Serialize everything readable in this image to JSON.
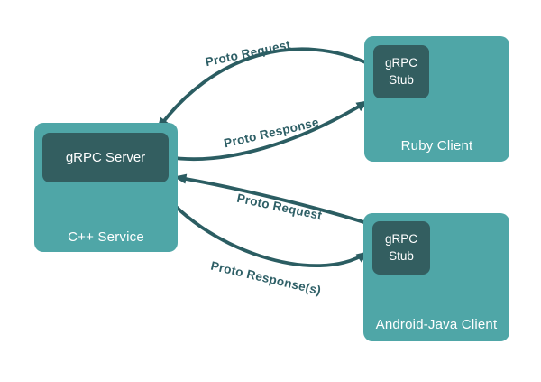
{
  "colors": {
    "box_light": "#4FA6A7",
    "box_dark": "#335E60",
    "arrow": "#2B5D62",
    "label_text": "#2E5F66",
    "node_label_text": "#FFFFFF",
    "background": "#FFFFFF"
  },
  "nodes": {
    "cpp_service": {
      "label": "C++ Service",
      "inner_label": "gRPC Server"
    },
    "ruby_client": {
      "label": "Ruby Client",
      "stub_label": "gRPC Stub"
    },
    "android_java_client": {
      "label": "Android-Java Client",
      "stub_label": "gRPC Stub"
    }
  },
  "arrows": [
    {
      "label": "Proto Request",
      "from": "Ruby Client gRPC Stub",
      "to": "gRPC Server"
    },
    {
      "label": "Proto Response",
      "from": "gRPC Server",
      "to": "Ruby Client gRPC Stub"
    },
    {
      "label": "Proto Request",
      "from": "Android-Java Client gRPC Stub",
      "to": "gRPC Server"
    },
    {
      "label": "Proto Response(s)",
      "from": "gRPC Server",
      "to": "Android-Java Client gRPC Stub"
    }
  ]
}
